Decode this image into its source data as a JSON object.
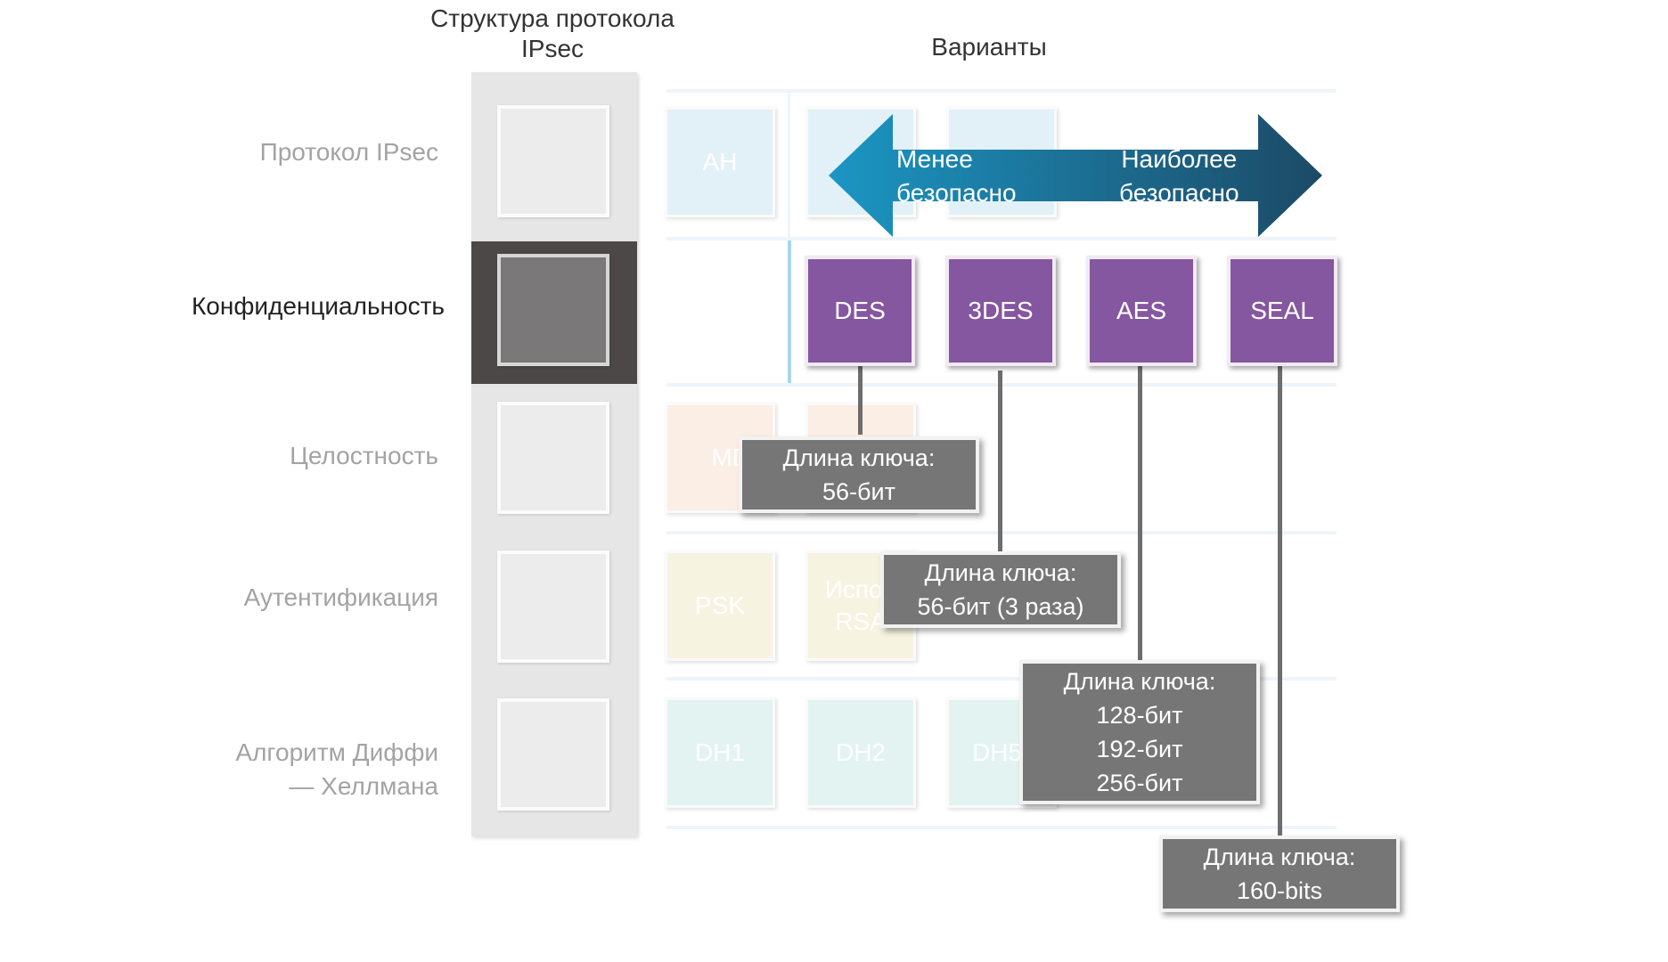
{
  "headers": {
    "framework_title_line1": "Структура протокола",
    "framework_title_line2": "IPsec",
    "options_title": "Варианты"
  },
  "rows": [
    {
      "label_line1": "Протокол IPsec",
      "label_line2": ""
    },
    {
      "label_line1": "Конфиденциальность",
      "label_line2": ""
    },
    {
      "label_line1": "Целостность",
      "label_line2": ""
    },
    {
      "label_line1": "Аутентификация",
      "label_line2": ""
    },
    {
      "label_line1": "Алгоритм Диффи",
      "label_line2": "— Хеллмана"
    }
  ],
  "faded_options": {
    "protocol": [
      "AH"
    ],
    "integrity": [
      "MD5"
    ],
    "authentication": [
      "PSK",
      "Испол",
      "RSA"
    ],
    "dh": [
      "DH1",
      "DH2",
      "DH5"
    ]
  },
  "arrow": {
    "left_line1": "Менее",
    "left_line2": "безопасно",
    "right_line1": "Наиболее",
    "right_line2": "безопасно"
  },
  "encryption": [
    "DES",
    "3DES",
    "AES",
    "SEAL"
  ],
  "key_lengths": {
    "des": {
      "line1": "Длина ключа:",
      "line2": "56-бит"
    },
    "tdes": {
      "line1": "Длина ключа:",
      "line2": "56-бит (3 раза)"
    },
    "aes": {
      "line1": "Длина ключа:",
      "line2": "128-бит",
      "line3": "192-бит",
      "line4": "256-бит"
    },
    "seal": {
      "line1": "Длина ключа:",
      "line2": "160-bits"
    }
  },
  "colors": {
    "accent_purple": "#8457a0",
    "arrow_light": "#1b96c4",
    "arrow_dark": "#1c4a66",
    "active_band": "#4d4848",
    "key_box": "#777676"
  }
}
